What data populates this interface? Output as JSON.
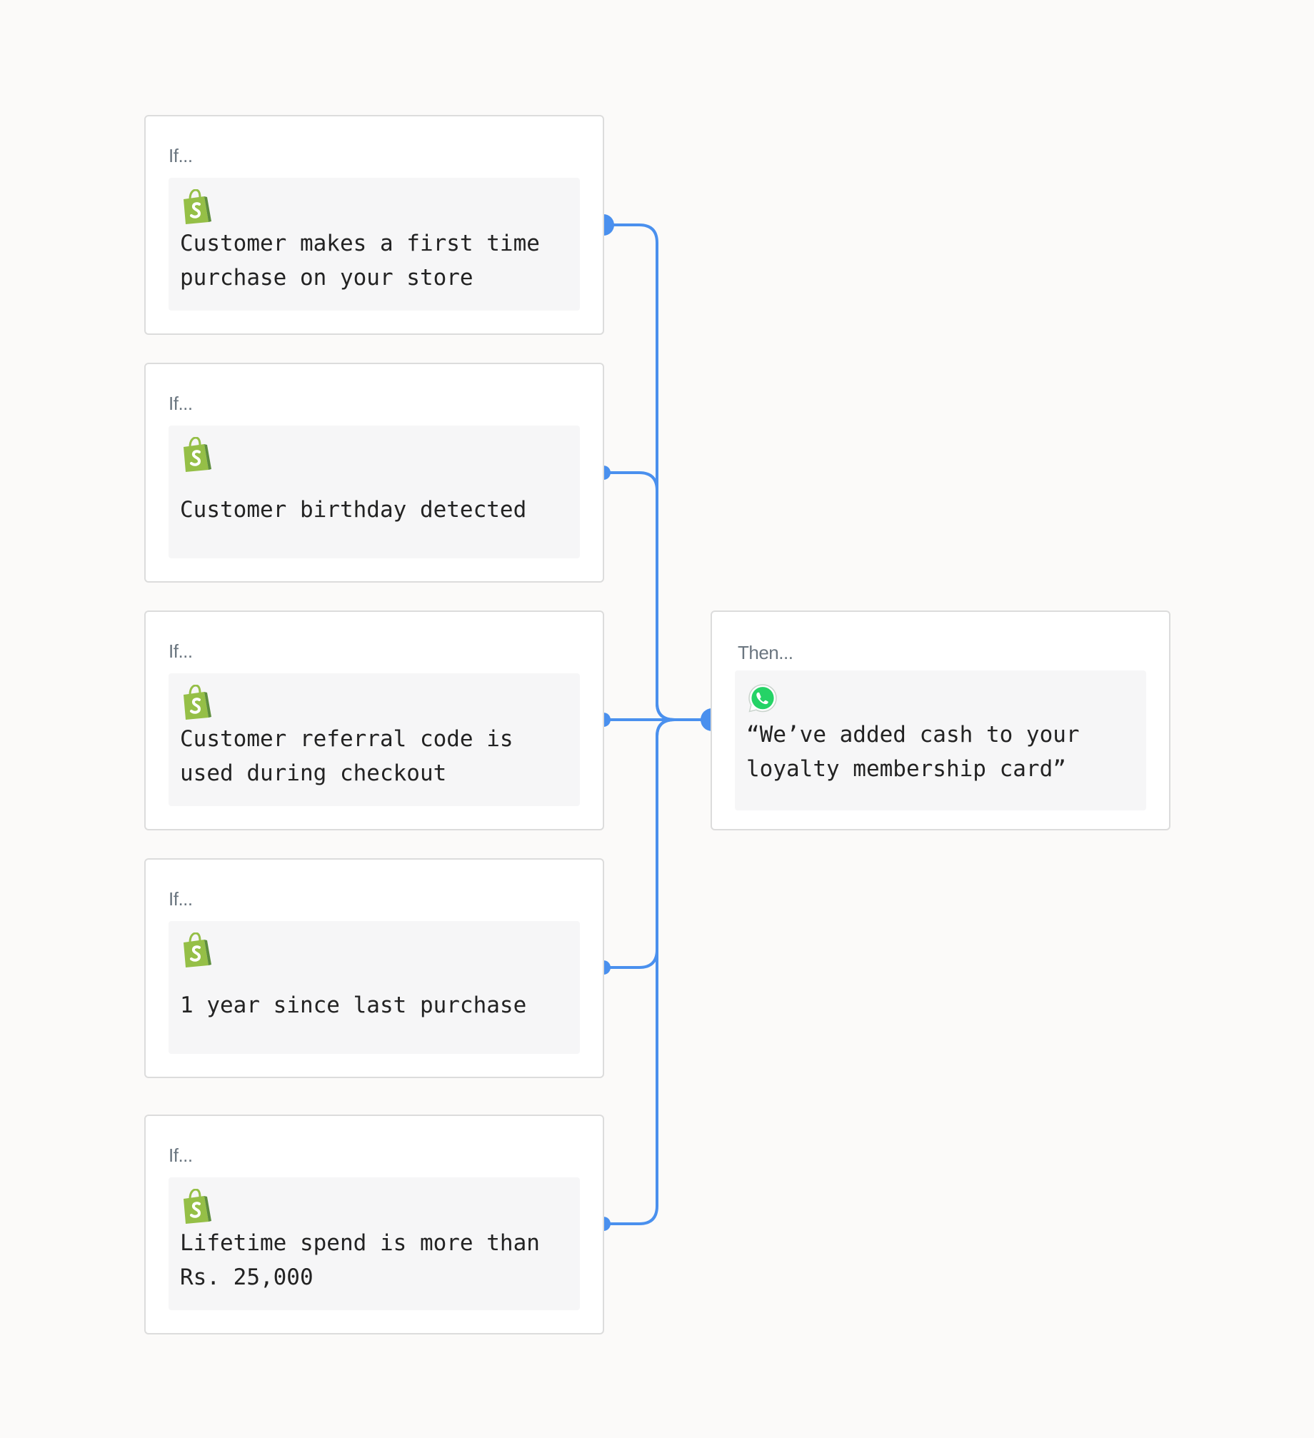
{
  "triggers": [
    {
      "label": "If...",
      "icon": "shopify-bag-icon",
      "text": "Customer makes a first time purchase on your store"
    },
    {
      "label": "If...",
      "icon": "shopify-bag-icon",
      "text": "Customer birthday detected"
    },
    {
      "label": "If...",
      "icon": "shopify-bag-icon",
      "text": "Customer referral code is used during checkout"
    },
    {
      "label": "If...",
      "icon": "shopify-bag-icon",
      "text": "1 year since last purchase"
    },
    {
      "label": "If...",
      "icon": "shopify-bag-icon",
      "text": "Lifetime spend is more than Rs. 25,000"
    }
  ],
  "action": {
    "label": "Then...",
    "icon": "whatsapp-icon",
    "text": "“We’ve added cash to your loyalty membership card”"
  },
  "colors": {
    "connector": "#4a90ee",
    "shopify_green": "#95bf47",
    "shopify_dark_green": "#5e8e3e",
    "whatsapp_green": "#25d366",
    "card_border": "#dcdcdc",
    "inner_bg": "#f6f6f7"
  }
}
